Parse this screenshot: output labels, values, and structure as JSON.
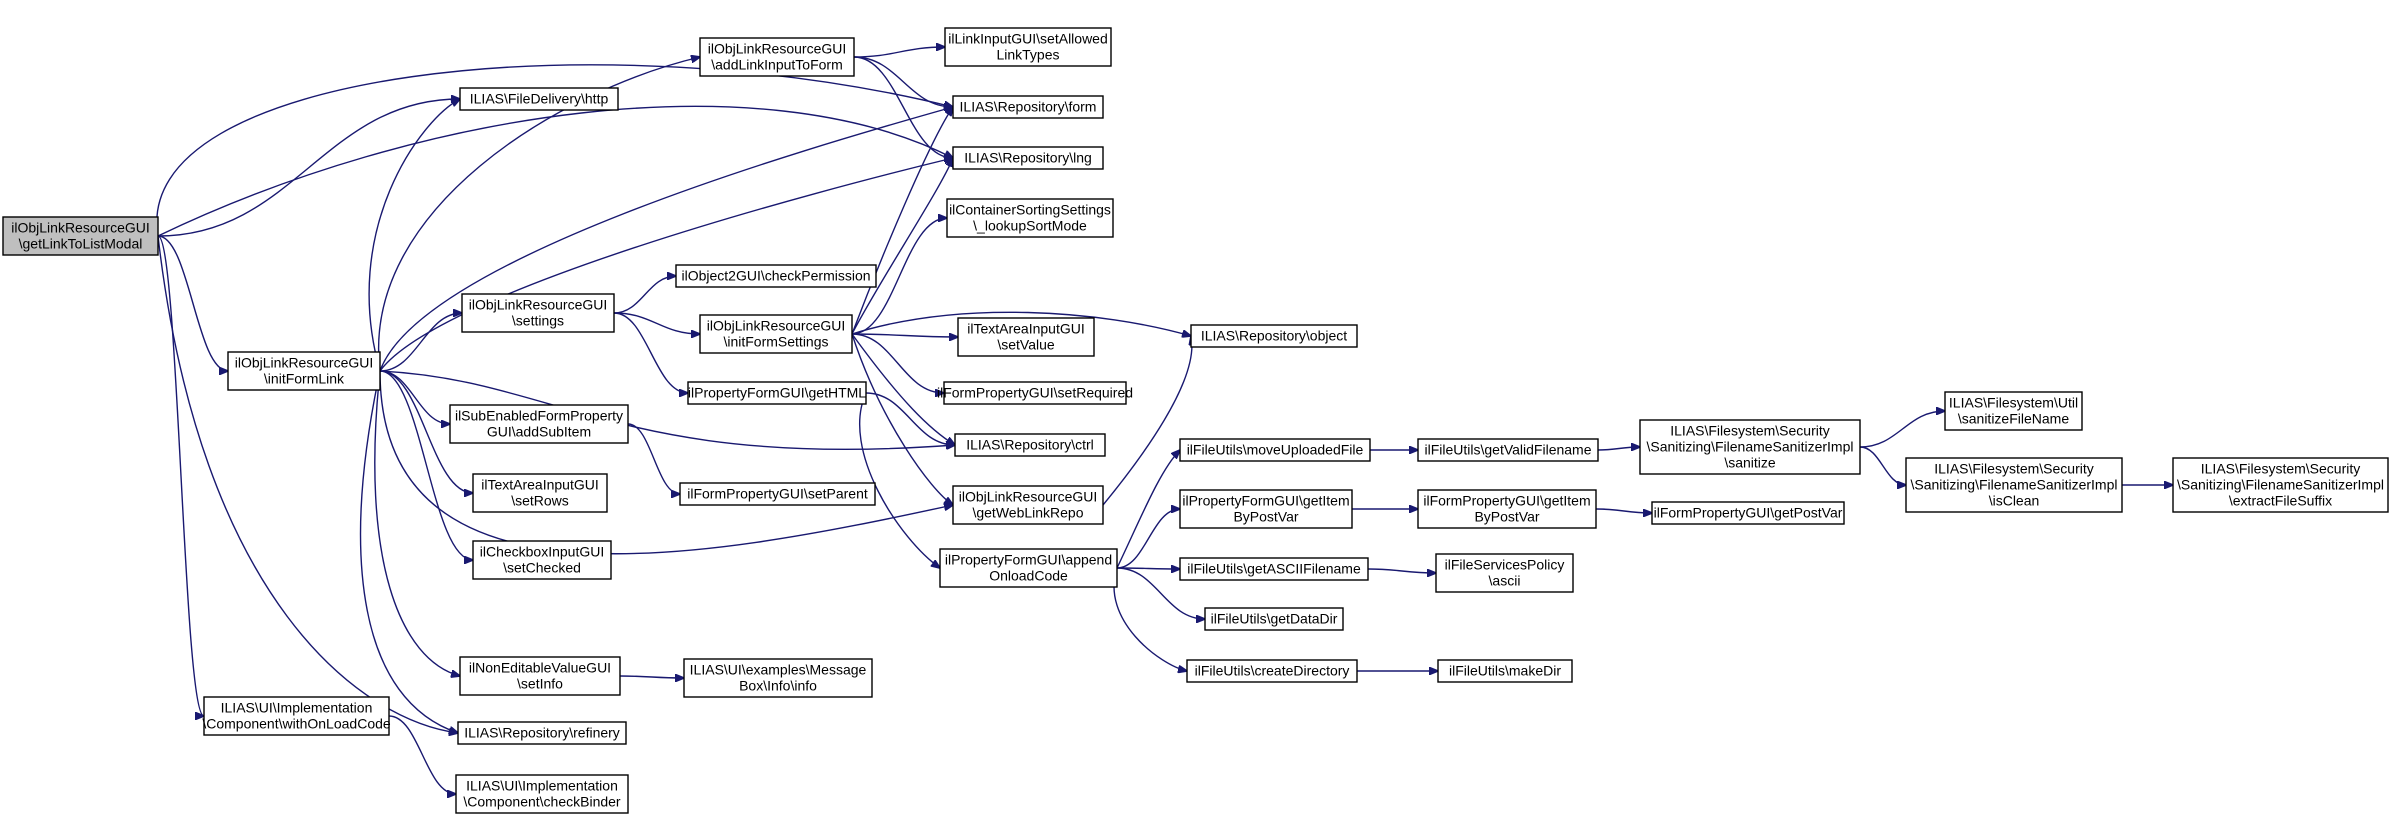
{
  "graph": {
    "edge_color": "#191970",
    "root_fill": "#bfbfbf",
    "nodes": [
      {
        "id": "root",
        "lines": [
          "ilObjLinkResourceGUI",
          "\\getLinkToListModal"
        ],
        "root": true
      },
      {
        "id": "initFormLink",
        "lines": [
          "ilObjLinkResourceGUI",
          "\\initFormLink"
        ]
      },
      {
        "id": "withOnLoadCode",
        "lines": [
          "ILIAS\\UI\\Implementation",
          "\\Component\\withOnLoadCode"
        ]
      },
      {
        "id": "http",
        "lines": [
          "ILIAS\\FileDelivery\\http"
        ]
      },
      {
        "id": "addLinkInputToForm",
        "lines": [
          "ilObjLinkResourceGUI",
          "\\addLinkInputToForm"
        ]
      },
      {
        "id": "settings",
        "lines": [
          "ilObjLinkResourceGUI",
          "\\settings"
        ]
      },
      {
        "id": "addSubItem",
        "lines": [
          "ilSubEnabledFormProperty",
          "GUI\\addSubItem"
        ]
      },
      {
        "id": "setRows",
        "lines": [
          "ilTextAreaInputGUI",
          "\\setRows"
        ]
      },
      {
        "id": "setChecked",
        "lines": [
          "ilCheckboxInputGUI",
          "\\setChecked"
        ]
      },
      {
        "id": "setInfo",
        "lines": [
          "ilNonEditableValueGUI",
          "\\setInfo"
        ]
      },
      {
        "id": "refinery",
        "lines": [
          "ILIAS\\Repository\\refinery"
        ]
      },
      {
        "id": "checkBinder",
        "lines": [
          "ILIAS\\UI\\Implementation",
          "\\Component\\checkBinder"
        ]
      },
      {
        "id": "checkPermission",
        "lines": [
          "ilObject2GUI\\checkPermission"
        ]
      },
      {
        "id": "initFormSettings",
        "lines": [
          "ilObjLinkResourceGUI",
          "\\initFormSettings"
        ]
      },
      {
        "id": "getHTML",
        "lines": [
          "ilPropertyFormGUI\\getHTML"
        ]
      },
      {
        "id": "setParent",
        "lines": [
          "ilFormPropertyGUI\\setParent"
        ]
      },
      {
        "id": "msgInfo",
        "lines": [
          "ILIAS\\UI\\examples\\Message",
          "Box\\Info\\info"
        ]
      },
      {
        "id": "setAllowed",
        "lines": [
          "ilLinkInputGUI\\setAllowed",
          "LinkTypes"
        ]
      },
      {
        "id": "form",
        "lines": [
          "ILIAS\\Repository\\form"
        ]
      },
      {
        "id": "lng",
        "lines": [
          "ILIAS\\Repository\\lng"
        ]
      },
      {
        "id": "lookupSortMode",
        "lines": [
          "ilContainerSortingSettings",
          "\\_lookupSortMode"
        ]
      },
      {
        "id": "setValue",
        "lines": [
          "ilTextAreaInputGUI",
          "\\setValue"
        ]
      },
      {
        "id": "setRequired",
        "lines": [
          "ilFormPropertyGUI\\setRequired"
        ]
      },
      {
        "id": "ctrl",
        "lines": [
          "ILIAS\\Repository\\ctrl"
        ]
      },
      {
        "id": "getWebLinkRepo",
        "lines": [
          "ilObjLinkResourceGUI",
          "\\getWebLinkRepo"
        ]
      },
      {
        "id": "appendOnloadCode",
        "lines": [
          "ilPropertyFormGUI\\append",
          "OnloadCode"
        ]
      },
      {
        "id": "object",
        "lines": [
          "ILIAS\\Repository\\object"
        ]
      },
      {
        "id": "moveUploadedFile",
        "lines": [
          "ilFileUtils\\moveUploadedFile"
        ]
      },
      {
        "id": "getItemByPostVar",
        "lines": [
          "ilPropertyFormGUI\\getItem",
          "ByPostVar"
        ]
      },
      {
        "id": "getASCIIFilename",
        "lines": [
          "ilFileUtils\\getASCIIFilename"
        ]
      },
      {
        "id": "getDataDir",
        "lines": [
          "ilFileUtils\\getDataDir"
        ]
      },
      {
        "id": "createDirectory",
        "lines": [
          "ilFileUtils\\createDirectory"
        ]
      },
      {
        "id": "getValidFilename",
        "lines": [
          "ilFileUtils\\getValidFilename"
        ]
      },
      {
        "id": "fpGetItemByPostVar",
        "lines": [
          "ilFormPropertyGUI\\getItem",
          "ByPostVar"
        ]
      },
      {
        "id": "ascii",
        "lines": [
          "ilFileServicesPolicy",
          "\\ascii"
        ]
      },
      {
        "id": "makeDir",
        "lines": [
          "ilFileUtils\\makeDir"
        ]
      },
      {
        "id": "sanitize",
        "lines": [
          "ILIAS\\Filesystem\\Security",
          "\\Sanitizing\\FilenameSanitizerImpl",
          "\\sanitize"
        ]
      },
      {
        "id": "getPostVar",
        "lines": [
          "ilFormPropertyGUI\\getPostVar"
        ]
      },
      {
        "id": "sanitizeFileName",
        "lines": [
          "ILIAS\\Filesystem\\Util",
          "\\sanitizeFileName"
        ]
      },
      {
        "id": "isClean",
        "lines": [
          "ILIAS\\Filesystem\\Security",
          "\\Sanitizing\\FilenameSanitizerImpl",
          "\\isClean"
        ]
      },
      {
        "id": "extractFileSuffix",
        "lines": [
          "ILIAS\\Filesystem\\Security",
          "\\Sanitizing\\FilenameSanitizerImpl",
          "\\extractFileSuffix"
        ]
      }
    ],
    "edges": [
      {
        "from": "root",
        "to": "form"
      },
      {
        "from": "root",
        "to": "http"
      },
      {
        "from": "root",
        "to": "lng"
      },
      {
        "from": "root",
        "to": "initFormLink"
      },
      {
        "from": "root",
        "to": "withOnLoadCode"
      },
      {
        "from": "root",
        "to": "refinery"
      },
      {
        "from": "initFormLink",
        "to": "http"
      },
      {
        "from": "initFormLink",
        "to": "addLinkInputToForm"
      },
      {
        "from": "initFormLink",
        "to": "form"
      },
      {
        "from": "initFormLink",
        "to": "lng"
      },
      {
        "from": "initFormLink",
        "to": "settings"
      },
      {
        "from": "initFormLink",
        "to": "ctrl"
      },
      {
        "from": "initFormLink",
        "to": "addSubItem"
      },
      {
        "from": "initFormLink",
        "to": "setRows"
      },
      {
        "from": "initFormLink",
        "to": "setChecked"
      },
      {
        "from": "initFormLink",
        "to": "getWebLinkRepo"
      },
      {
        "from": "initFormLink",
        "to": "setInfo"
      },
      {
        "from": "initFormLink",
        "to": "refinery"
      },
      {
        "from": "withOnLoadCode",
        "to": "checkBinder"
      },
      {
        "from": "addLinkInputToForm",
        "to": "setAllowed"
      },
      {
        "from": "addLinkInputToForm",
        "to": "form"
      },
      {
        "from": "addLinkInputToForm",
        "to": "lng"
      },
      {
        "from": "settings",
        "to": "checkPermission"
      },
      {
        "from": "settings",
        "to": "initFormSettings"
      },
      {
        "from": "settings",
        "to": "getHTML"
      },
      {
        "from": "addSubItem",
        "to": "setParent"
      },
      {
        "from": "setInfo",
        "to": "msgInfo"
      },
      {
        "from": "initFormSettings",
        "to": "form"
      },
      {
        "from": "initFormSettings",
        "to": "lng"
      },
      {
        "from": "initFormSettings",
        "to": "lookupSortMode"
      },
      {
        "from": "initFormSettings",
        "to": "object"
      },
      {
        "from": "initFormSettings",
        "to": "setValue"
      },
      {
        "from": "initFormSettings",
        "to": "setRequired"
      },
      {
        "from": "initFormSettings",
        "to": "ctrl"
      },
      {
        "from": "initFormSettings",
        "to": "getWebLinkRepo"
      },
      {
        "from": "getHTML",
        "to": "ctrl"
      },
      {
        "from": "getHTML",
        "to": "appendOnloadCode"
      },
      {
        "from": "getWebLinkRepo",
        "to": "object"
      },
      {
        "from": "appendOnloadCode",
        "to": "moveUploadedFile"
      },
      {
        "from": "appendOnloadCode",
        "to": "getItemByPostVar"
      },
      {
        "from": "appendOnloadCode",
        "to": "getASCIIFilename"
      },
      {
        "from": "appendOnloadCode",
        "to": "getDataDir"
      },
      {
        "from": "appendOnloadCode",
        "to": "createDirectory"
      },
      {
        "from": "moveUploadedFile",
        "to": "getValidFilename"
      },
      {
        "from": "getItemByPostVar",
        "to": "fpGetItemByPostVar"
      },
      {
        "from": "getASCIIFilename",
        "to": "ascii"
      },
      {
        "from": "createDirectory",
        "to": "makeDir"
      },
      {
        "from": "getValidFilename",
        "to": "sanitize"
      },
      {
        "from": "fpGetItemByPostVar",
        "to": "getPostVar"
      },
      {
        "from": "sanitize",
        "to": "sanitizeFileName"
      },
      {
        "from": "sanitize",
        "to": "isClean"
      },
      {
        "from": "isClean",
        "to": "extractFileSuffix"
      }
    ]
  }
}
